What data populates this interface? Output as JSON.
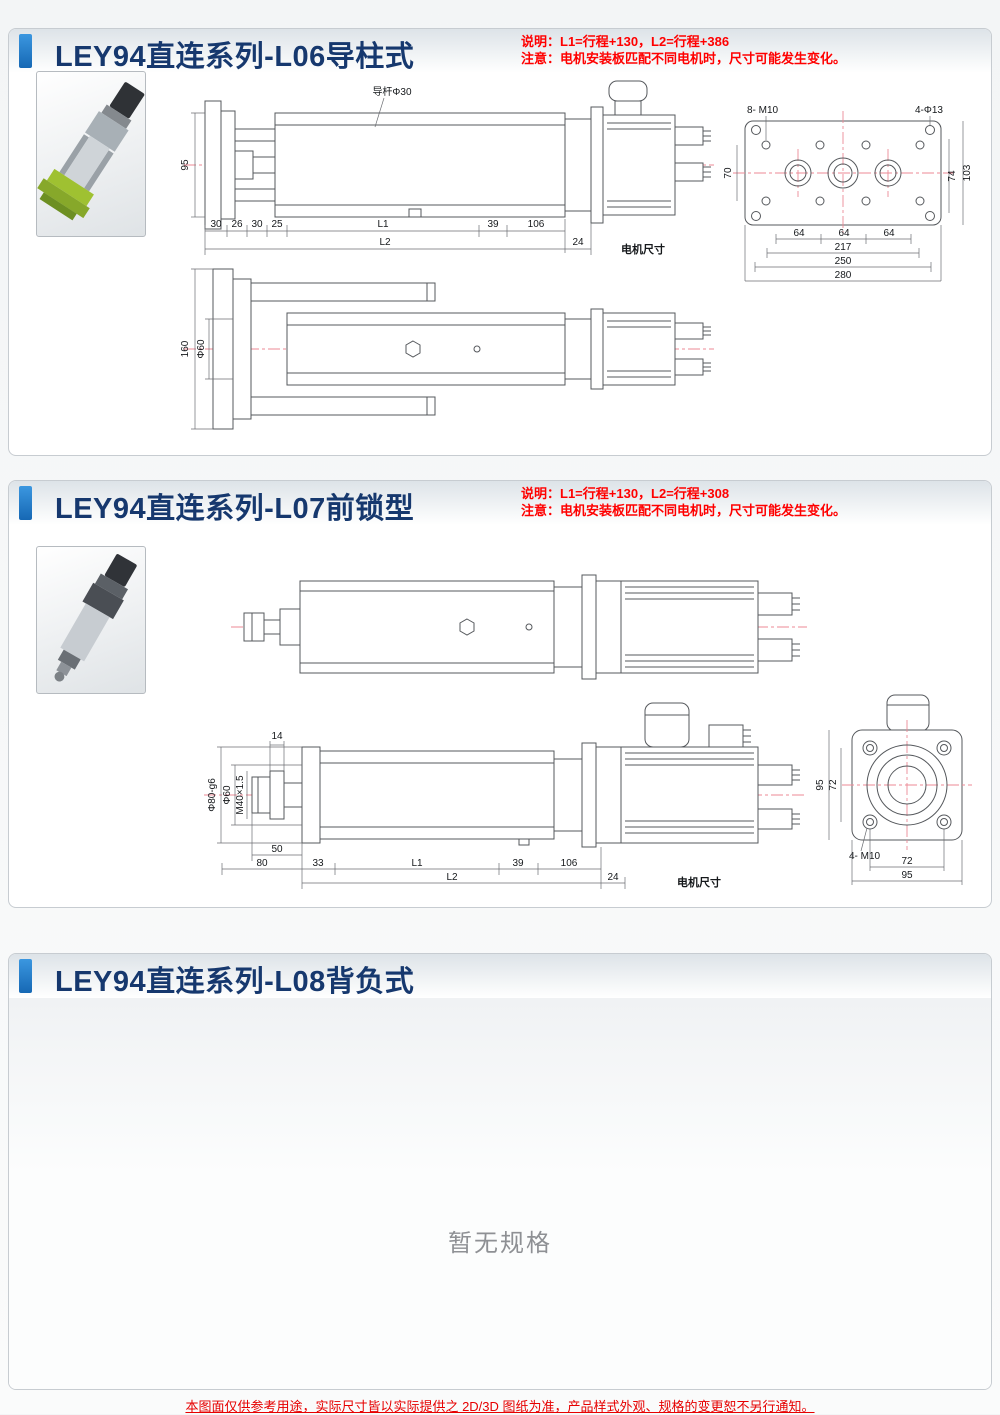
{
  "page": {
    "footer_note": "本图面仅供参考用途，实际尺寸皆以实际提供之 2D/3D 图纸为准，产品样式外观、规格的变更恕不另行通知。"
  },
  "colors": {
    "accent_blue": "#1f7fd0",
    "title_navy": "#16386e",
    "note_red": "#ff0000",
    "centerline_red": "#ec8a96"
  },
  "l06": {
    "title": "LEY94直连系列-L06导柱式",
    "note_line1": "说明：L1=行程+130，L2=行程+386",
    "note_line2": "注意：电机安装板匹配不同电机时，尺寸可能发生变化。",
    "side": {
      "guide_rod_label": "导杆Φ30",
      "dim_95": "95",
      "dim_30a": "30",
      "dim_26": "26",
      "dim_30b": "30",
      "dim_25": "25",
      "dim_L1": "L1",
      "dim_39": "39",
      "dim_106": "106",
      "dim_L2": "L2",
      "dim_24": "24",
      "motor_size": "电机尺寸"
    },
    "flange": {
      "dim_8m10": "8- M10",
      "dim_4d13": "4-Φ13",
      "dim_70": "70",
      "dim_74": "74",
      "dim_103": "103",
      "dim_64a": "64",
      "dim_64b": "64",
      "dim_64c": "64",
      "dim_217": "217",
      "dim_250": "250",
      "dim_280": "280"
    },
    "top": {
      "dim_160": "160",
      "dim_phi60": "Φ60"
    }
  },
  "l07": {
    "title": "LEY94直连系列-L07前锁型",
    "note_line1": "说明：L1=行程+130，L2=行程+308",
    "note_line2": "注意：电机安装板匹配不同电机时，尺寸可能发生变化。",
    "side": {
      "dim_14": "14",
      "dim_phi80": "Φ80-g6",
      "dim_phi60": "Φ60",
      "dim_m40": "M40×1.5",
      "dim_50": "50",
      "dim_80": "80",
      "dim_33": "33",
      "dim_L1": "L1",
      "dim_39": "39",
      "dim_106": "106",
      "dim_L2": "L2",
      "dim_24": "24",
      "motor_size": "电机尺寸"
    },
    "flange": {
      "dim_95v": "95",
      "dim_72v": "72",
      "dim_4m10": "4- M10",
      "dim_72h": "72",
      "dim_95h": "95"
    }
  },
  "l08": {
    "title": "LEY94直连系列-L08背负式",
    "empty_text": "暂无规格"
  }
}
